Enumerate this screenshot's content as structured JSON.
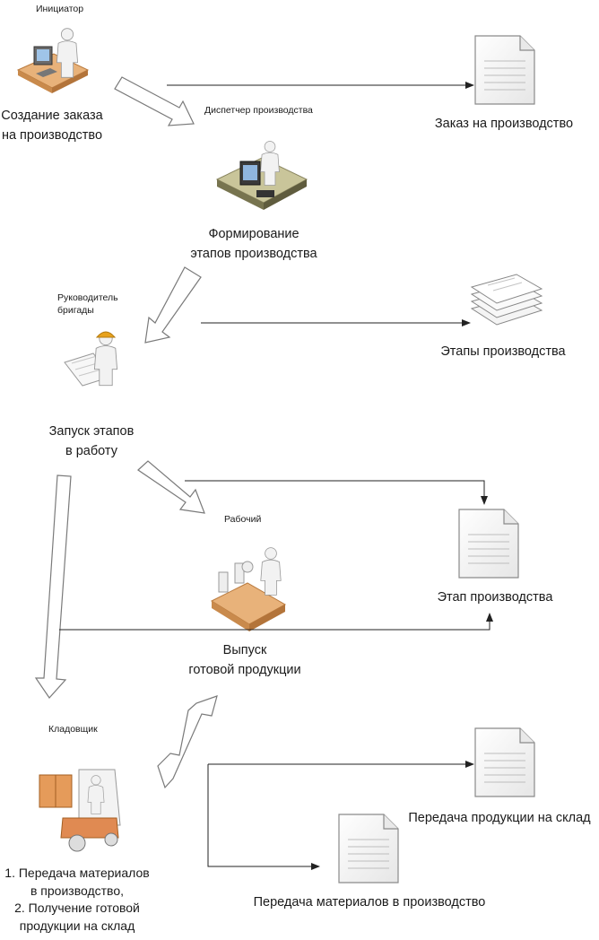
{
  "roles": {
    "initiator": "Инициатор",
    "dispatcher": "Диспетчер производства",
    "brigadier": "Руководитель\nбригады",
    "worker": "Рабочий",
    "storekeeper": "Кладовщик"
  },
  "steps": {
    "create_order": "Создание заказа\nна производство",
    "form_stages": "Формирование\nэтапов производства",
    "launch_stages": "Запуск этапов\nв работу",
    "produce": "Выпуск\nготовой продукции",
    "warehouse": "1. Передача материалов\nв производство,\n2. Получение готовой\nпродукции на склад"
  },
  "documents": {
    "order": "Заказ на производство",
    "stages": "Этапы производства",
    "stage": "Этап производства",
    "goods_transfer": "Передача продукции на склад",
    "materials_transfer": "Передача материалов в производство"
  },
  "colors": {
    "line": "#222222",
    "flow_arrow_fill": "#ffffff",
    "flow_arrow_stroke": "#7a7a7a",
    "document_fill": "#f7f7f7",
    "document_stroke": "#8a8a8a",
    "desk": "#e8b27a",
    "person": "#f0f0f0",
    "helmet": "#e7a21c"
  }
}
